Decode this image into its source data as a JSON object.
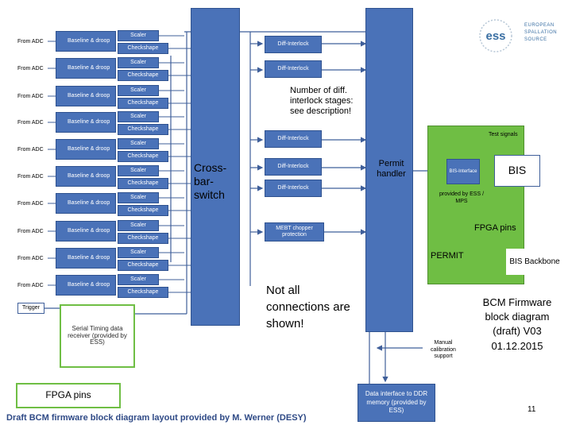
{
  "adc": {
    "label": "From ADC",
    "count": 10,
    "baseline": "Baseline & droop",
    "scaler": "Scaler",
    "checkshape": "Checkshape"
  },
  "trigger": "Trigger",
  "serial_timing": "Serial Timing data receiver (provided by ESS)",
  "fpga_pins_left": "FPGA pins",
  "crossbar": "Cross-bar-switch",
  "diff_interlock": "Diff-Interlock",
  "diff_interlock_note": "Number of diff. interlock stages: see description!",
  "mebt_chopper": "MEBT chopper protection",
  "not_all": "Not all connections are shown!",
  "permit_handler": "Permit handler",
  "test_signals": "Test signals",
  "bis_interface": "BIS-Interface",
  "bis": "BIS",
  "provided_ess_mps": "provided by ESS / MPS",
  "fpga_pins_right": "FPGA pins",
  "permit": "PERMIT",
  "bis_backbone": "BIS Backbone",
  "manual_calibration": "Manual calibration support",
  "bcm_firmware": "BCM Firmware block diagram (draft) V03 01.12.2015",
  "data_interface": "Data interface to DDR memory (provided by ESS)",
  "footer": "Draft BCM firmware block diagram layout provided by M. Werner (DESY)",
  "page_number": "11",
  "logo": {
    "ess": "ess",
    "text": "EUROPEAN SPALLATION SOURCE"
  },
  "colors": {
    "block": "#4a72b8",
    "block_border": "#2f528f",
    "fpga_green": "#6fbe44",
    "ink": "#000000"
  }
}
